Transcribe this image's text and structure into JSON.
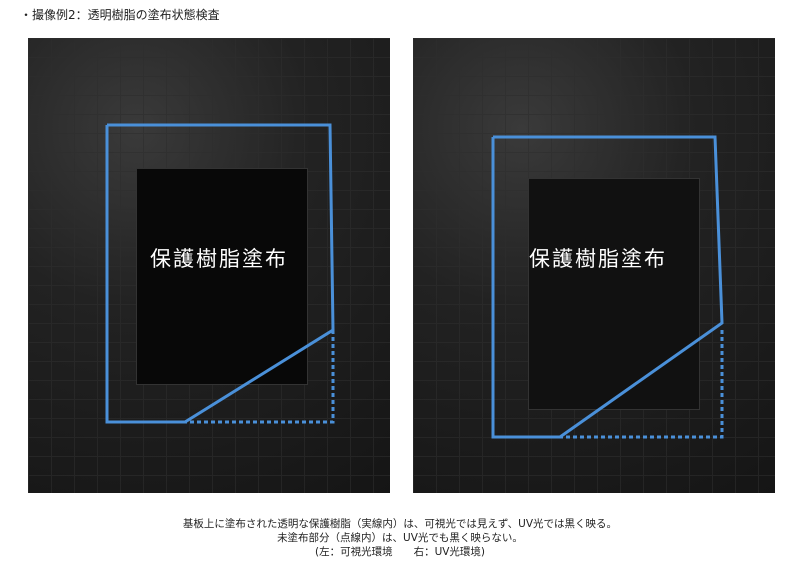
{
  "title": "・撮像例2：透明樹脂の塗布状態検査",
  "images": [
    {
      "overlay_label": "保護樹脂塗布",
      "environment": "visible-light"
    },
    {
      "overlay_label": "保護樹脂塗布",
      "environment": "uv-light"
    }
  ],
  "colors": {
    "outline": "#4a90d9"
  },
  "caption": {
    "line1": "基板上に塗布された透明な保護樹脂（実線内）は、可視光では見えず、UV光では黒く映る。",
    "line2": "未塗布部分（点線内）は、UV光でも黒く映らない。",
    "line3": "(左：可視光環境　　右：UV光環境)"
  }
}
